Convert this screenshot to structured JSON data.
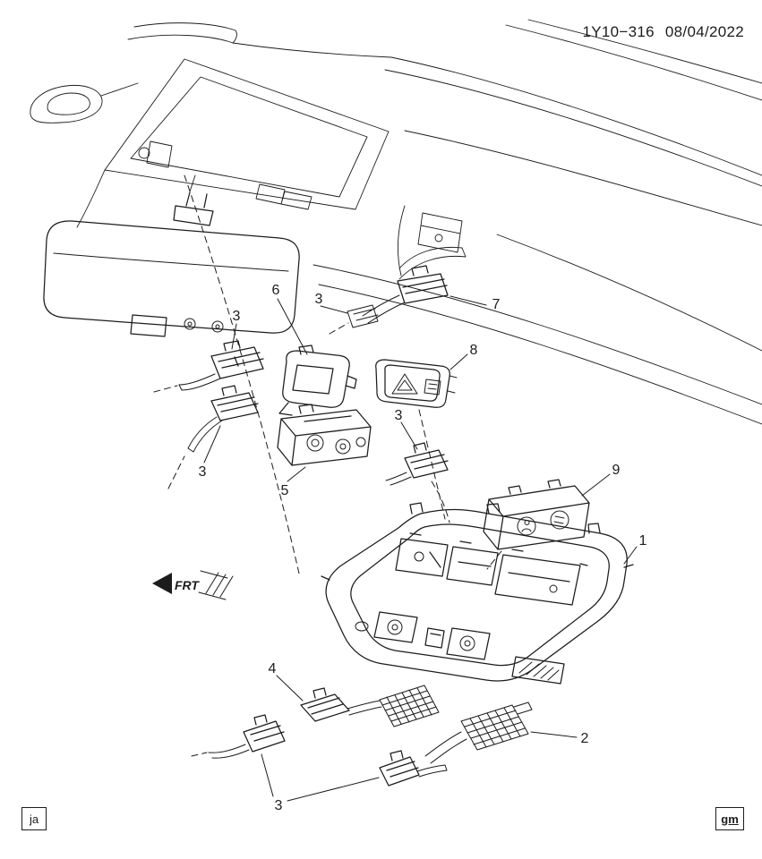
{
  "colors": {
    "ink": "#1c1c1c",
    "paper": "#ffffff"
  },
  "header": {
    "drawing_number": "1Y10−316",
    "date": "08/04/2022"
  },
  "direction_label": "FRT",
  "callouts": {
    "c1": "1",
    "c2": "2",
    "c3_a": "3",
    "c3_b": "3",
    "c3_c": "3",
    "c3_d": "3",
    "c3_e": "3",
    "c4": "4",
    "c5": "5",
    "c6": "6",
    "c7": "7",
    "c8": "8",
    "c9": "9"
  },
  "footer": {
    "left_code": "ja",
    "right_code": "gm"
  }
}
